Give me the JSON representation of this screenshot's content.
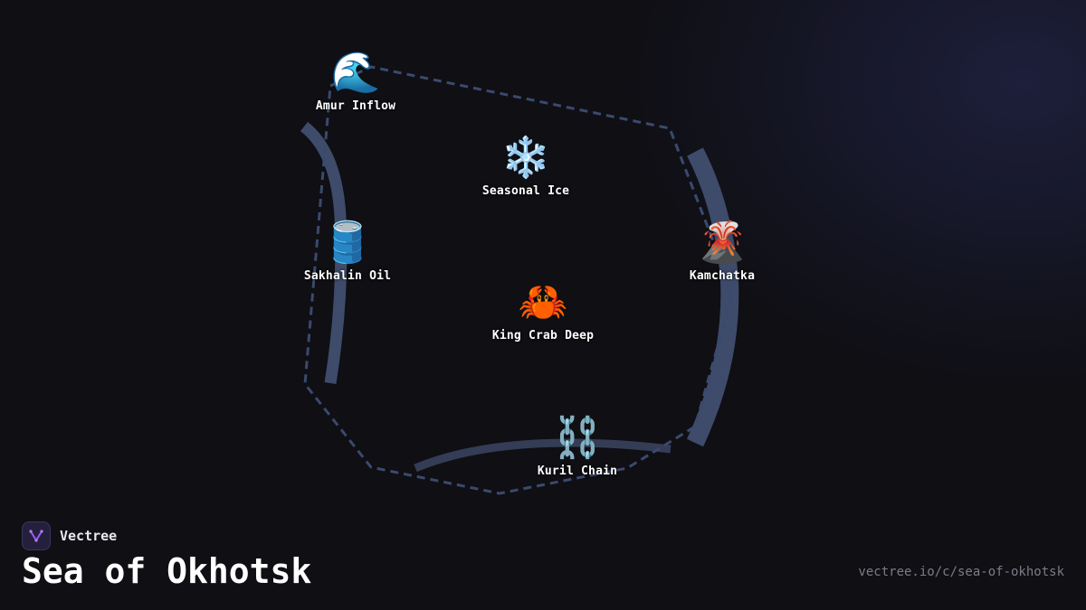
{
  "map": {
    "markers": [
      {
        "icon": "wave-icon",
        "glyph": "🌊",
        "label": "Amur Inflow"
      },
      {
        "icon": "snowflake-icon",
        "glyph": "❄️",
        "label": "Seasonal Ice"
      },
      {
        "icon": "oil-barrel-icon",
        "glyph": "🛢️",
        "label": "Sakhalin Oil"
      },
      {
        "icon": "volcano-icon",
        "glyph": "🌋",
        "label": "Kamchatka"
      },
      {
        "icon": "crab-icon",
        "glyph": "🦀",
        "label": "King Crab Deep"
      },
      {
        "icon": "chain-icon",
        "glyph": "⛓️",
        "label": "Kuril Chain"
      }
    ],
    "colors": {
      "boundary": "#3a4a6e",
      "coast": "#3e4b6a",
      "background": "#0f0f14"
    }
  },
  "brand": {
    "name": "Vectree",
    "logo": "vectree-logo-icon"
  },
  "title": "Sea of Okhotsk",
  "url": "vectree.io/c/sea-of-okhotsk"
}
